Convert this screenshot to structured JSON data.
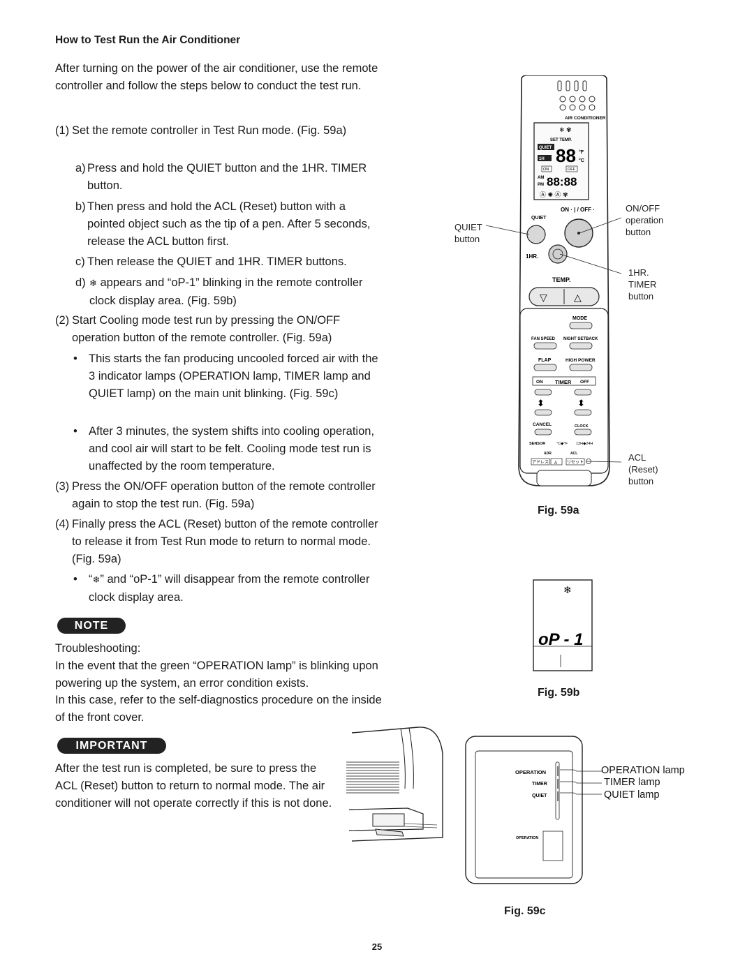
{
  "title": "How to Test Run the Air Conditioner",
  "intro": "After turning on the power of the air conditioner, use the remote controller and follow the steps below to conduct the test run.",
  "steps": [
    {
      "num": "(1)",
      "text": "Set the remote controller in Test Run mode. (Fig. 59a)"
    },
    {
      "num": "(2)",
      "text": "Start Cooling mode test run by pressing the ON/OFF operation button of the remote controller. (Fig. 59a)"
    },
    {
      "num": "(3)",
      "text": "Press the ON/OFF operation button of the remote controller again to stop the test run. (Fig. 59a)"
    },
    {
      "num": "(4)",
      "text": "Finally press the ACL (Reset) button of the remote controller to release it from Test Run mode to return to normal mode. (Fig. 59a)"
    }
  ],
  "substeps": [
    {
      "label": "a)",
      "text": "Press and hold the QUIET button and the 1HR. TIMER button."
    },
    {
      "label": "b)",
      "text": "Then press and hold the ACL (Reset) button with a pointed object such as the tip of a pen. After 5 seconds, release the ACL button first."
    },
    {
      "label": "c)",
      "text": "Then release the QUIET and 1HR. TIMER buttons."
    },
    {
      "label": "d)",
      "text_after_icon": "appears and “oP-1” blinking in the remote controller clock display area. (Fig. 59b)"
    }
  ],
  "bullets": [
    {
      "text": "This starts the fan producing uncooled forced air with the 3 indicator lamps (OPERATION lamp, TIMER lamp and QUIET lamp) on the main unit blinking. (Fig. 59c)"
    },
    {
      "text": "After 3 minutes, the system shifts into cooling operation, and cool air will start to be felt. Cooling mode test run is unaffected by the room temperature."
    },
    {
      "open": "“",
      "close": "” and “oP-1” will disappear from the remote controller clock display area."
    }
  ],
  "note": {
    "badge": "NOTE",
    "heading": "Troubleshooting:",
    "text1": "In the event that the green “OPERATION lamp” is blinking upon powering up the system, an error condition exists.",
    "text2": "In this case, refer to the self-diagnostics procedure on the inside of the front cover."
  },
  "important": {
    "badge": "IMPORTANT",
    "text": "After the test run is completed, be sure to press the ACL (Reset) button to return to normal mode. The air conditioner will not operate correctly if this is not done."
  },
  "fig59a": {
    "label": "Fig. 59a",
    "callouts": {
      "quiet_1": "QUIET",
      "quiet_2": "button",
      "onoff_1": "ON/OFF",
      "onoff_2": "operation",
      "onoff_3": "button",
      "hr_1": "1HR.",
      "hr_2": "TIMER",
      "hr_3": "button",
      "acl_1": "ACL",
      "acl_2": "(Reset)",
      "acl_3": "button"
    },
    "remote": {
      "brand_line": "AIR CONDITIONER",
      "set_temp": "SET TEMP.",
      "quiet_tag": "QUIET",
      "temp_digits": "88",
      "deg_f": "°F",
      "deg_c": "°C",
      "hr_tag": "1H",
      "on_tag": "ON",
      "off_tag": "OFF",
      "am": "AM",
      "pm": "PM",
      "clock_digits": "88:88",
      "onoff_label": "ON · | / OFF ·",
      "quiet_label": "QUIET",
      "hr_label": "1HR.",
      "temp_label": "TEMP.",
      "mode": "MODE",
      "fan_speed": "FAN SPEED",
      "night_setback": "NIGHT SETBACK",
      "flap": "FLAP",
      "high_power": "HIGH POWER",
      "timer_on": "ON",
      "timer": "TIMER",
      "timer_off": "OFF",
      "cancel": "CANCEL",
      "clock": "CLOCK",
      "sensor": "SENSOR",
      "cf": "°C◆°F",
      "h1224": "12H◆24H",
      "adr": "ADR",
      "acl": "ACL",
      "adoresu": "アドレス",
      "a": "A",
      "reset_jp": "リセット"
    }
  },
  "fig59b": {
    "label": "Fig. 59b",
    "display": "oP - 1"
  },
  "fig59c": {
    "label": "Fig. 59c",
    "panel_operation": "OPERATION",
    "panel_timer": "TIMER",
    "panel_quiet": "QUIET",
    "panel_bottom": "OPERATION",
    "lamp_operation": "OPERATION lamp",
    "lamp_timer": "TIMER lamp",
    "lamp_quiet": "QUIET lamp"
  },
  "page_number": "25",
  "icons": [
    "snowflake-icon"
  ]
}
